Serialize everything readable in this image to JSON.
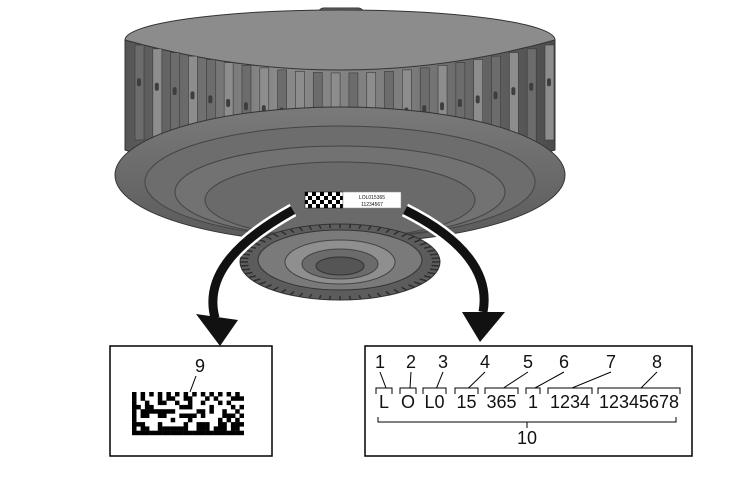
{
  "callouts": {
    "datamatrix_number": "9",
    "group_number": "10",
    "fields": [
      {
        "number": "1",
        "value": "L"
      },
      {
        "number": "2",
        "value": "O"
      },
      {
        "number": "3",
        "value": "L0"
      },
      {
        "number": "4",
        "value": "15"
      },
      {
        "number": "5",
        "value": "365"
      },
      {
        "number": "6",
        "value": "1"
      },
      {
        "number": "7",
        "value": "1234"
      },
      {
        "number": "8",
        "value": "12345678"
      }
    ]
  },
  "label_on_part": {
    "line1": "LOL015365",
    "line2": "11234567"
  },
  "colors": {
    "part_body": "#6f6f6f",
    "part_dark": "#4a4a4a",
    "part_light": "#9a9a9a",
    "arrow": "#111111",
    "stroke": "#000000"
  }
}
